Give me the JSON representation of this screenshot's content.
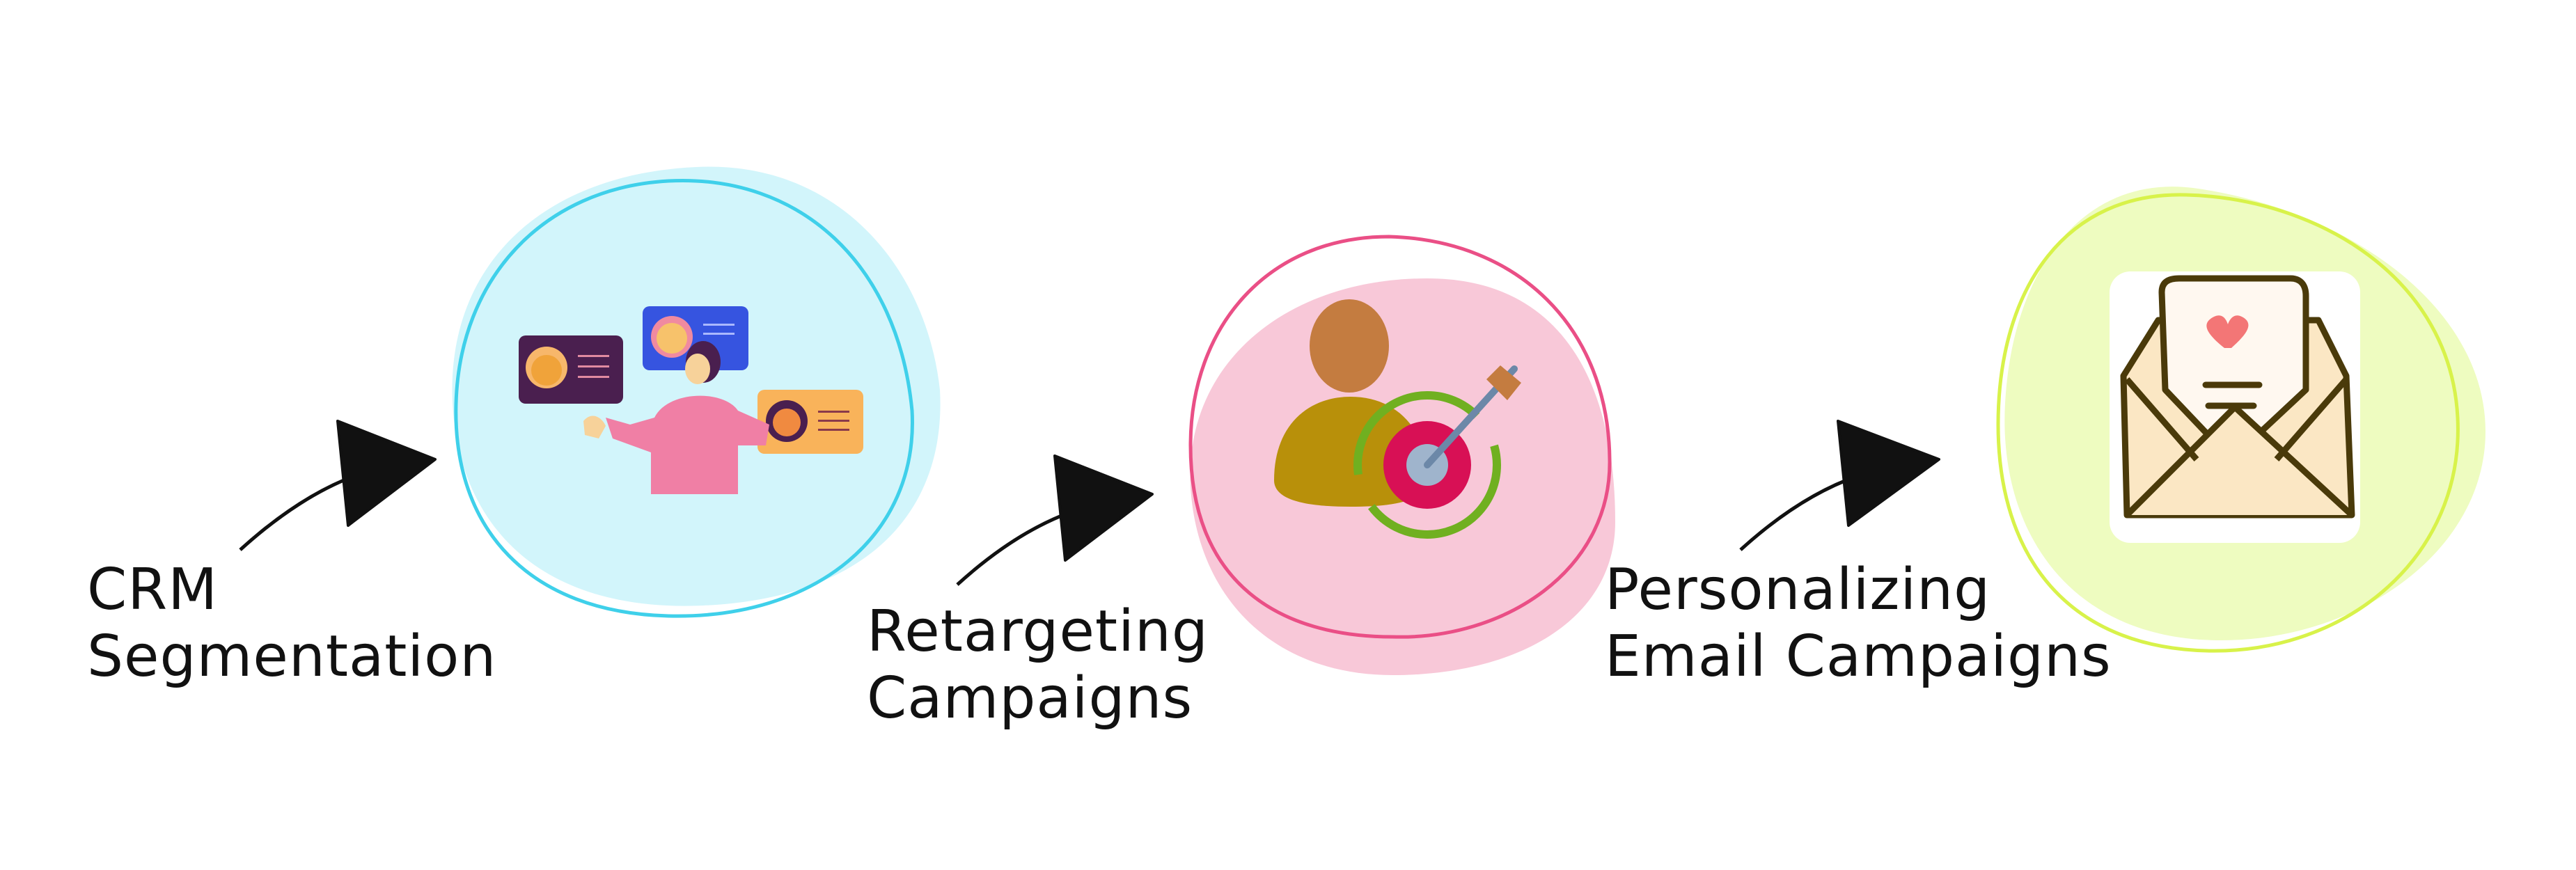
{
  "steps": [
    {
      "line1": "CRM",
      "line2": "Segmentation",
      "icon": "crm-profiles-illustration",
      "blob_fill": "#d2f5fb",
      "blob_stroke": "#3fd0ea"
    },
    {
      "line1": "Retargeting",
      "line2": "Campaigns",
      "icon": "user-target-retarget-icon",
      "blob_fill": "#f8c8d8",
      "blob_stroke": "#ea4f86"
    },
    {
      "line1": "Personalizing",
      "line2": "Email Campaigns",
      "icon": "open-envelope-heart-icon",
      "blob_fill": "#eefcc0",
      "blob_stroke": "#d8f24a"
    }
  ],
  "arrow_icon": "hand-drawn-arrow-icon"
}
